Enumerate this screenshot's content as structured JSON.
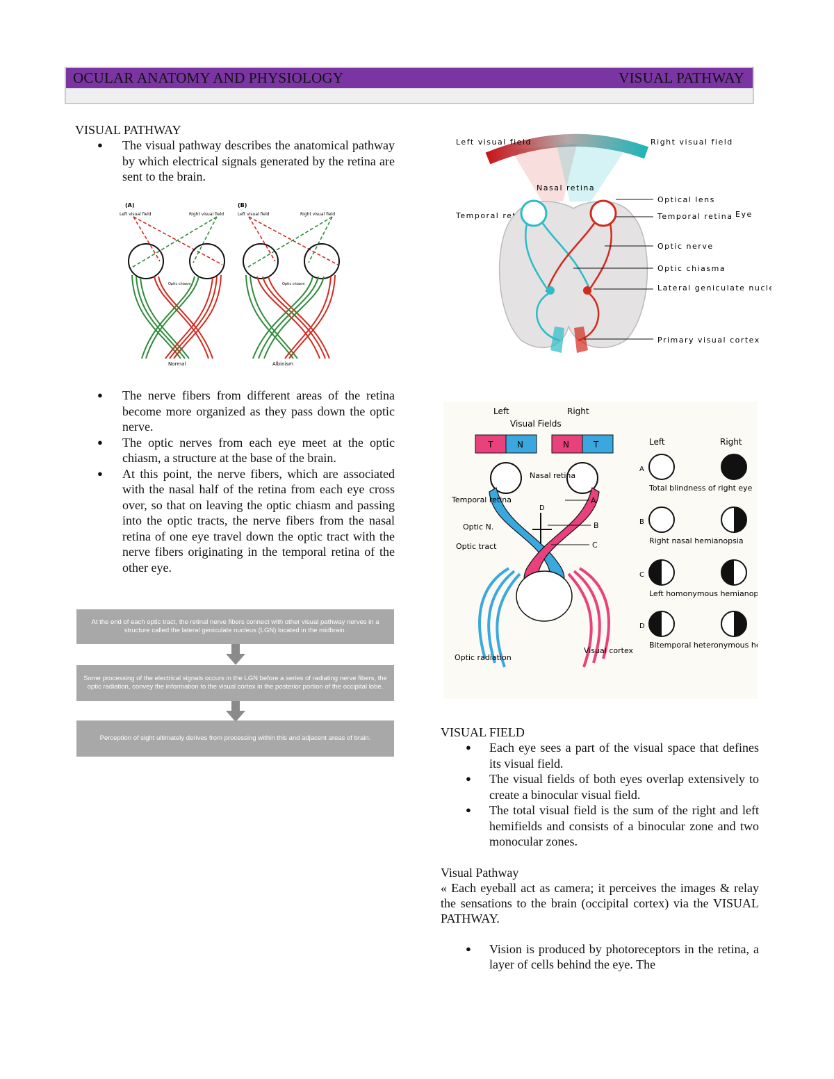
{
  "header": {
    "left_title": "OCULAR ANATOMY AND PHYSIOLOGY",
    "right_title": "VISUAL PATHWAY"
  },
  "left_column": {
    "section_title": "VISUAL PATHWAY",
    "bullets_top": [
      "The visual pathway describes the anatomical pathway by which electrical signals generated by the retina are sent to the brain."
    ],
    "bullets_bottom": [
      "The nerve fibers from different areas of the retina become more organized as they pass down the optic nerve.",
      "The optic nerves from each eye meet at the optic chiasm, a structure at the base of the brain.",
      "At this point, the nerve fibers, which are associated with the nasal half of the retina from each eye cross over, so that on leaving the optic chiasm and passing into the optic tracts, the nerve fibers from the nasal retina of one eye travel down the optic tract with the nerve fibers originating in the temporal retina of the other eye."
    ]
  },
  "figure_albinism": {
    "panel_a": "(A)",
    "panel_b": "(B)",
    "left_field": "Left visual field",
    "right_field": "Right visual field",
    "chiasm": "Optic chiasm",
    "caption_a": "Normal",
    "caption_b": "Albinism"
  },
  "figure_brain": {
    "left_field": "Left visual field",
    "right_field": "Right visual field",
    "nasal_retina": "Nasal retina",
    "temporal_retina_left": "Temporal retina",
    "optical_lens": "Optical lens",
    "temporal_retina_right": "Temporal retina",
    "eye": "Eye",
    "optic_nerve": "Optic nerve",
    "optic_chiasma": "Optic chiasma",
    "lgn": "Lateral geniculate nucleus (LGN)",
    "cortex": "Primary visual cortex"
  },
  "figure_fields": {
    "left": "Left",
    "right": "Right",
    "visual_fields": "Visual Fields",
    "t": "T",
    "n": "N",
    "nasal_retina": "Nasal retina",
    "temporal_retina": "Temporal retina",
    "optic_n": "Optic N.",
    "optic_tract": "Optic tract",
    "optic_radiation": "Optic radiation",
    "visual_cortex": "Visual cortex",
    "a": "A",
    "b": "B",
    "c": "C",
    "d": "D",
    "col_left": "Left",
    "col_right": "Right",
    "deficit_a": "Total blindness of right eye",
    "deficit_b": "Right nasal hemianopsia",
    "deficit_c": "Left homonymous hemianopsia",
    "deficit_d": "Bitemporal heteronymous hemianopsic"
  },
  "flowchart": {
    "step1": "At the end of each optic tract, the retinal nerve fibers connect with other visual pathway nerves in a structure called the lateral geniculate nucleus (LGN) located in the midbrain.",
    "step2": "Some processing of the electrical signals occurs in the LGN before a series of radiating nerve fibers, the optic radiation, convey the information to the visual cortex in the posterior portion of the occipital lobe.",
    "step3": "Perception of sight ultimately derives from processing within this and adjacent areas of brain."
  },
  "right_column": {
    "visual_field_title": "VISUAL FIELD",
    "visual_field_bullets": [
      "Each eye sees a part of the visual space that defines its visual field.",
      "The visual fields of both eyes overlap extensively to create a binocular visual field.",
      "The total visual field is the sum of the right and left hemifields and consists of a binocular zone and two monocular zones."
    ],
    "pathway_title": "Visual Pathway",
    "pathway_text": "« Each eyeball act as camera; it perceives the images & relay the sensations to the brain (occipital cortex) via the VISUAL PATHWAY.",
    "pathway_bullets": [
      "Vision is produced by photoreceptors in the retina, a layer of cells behind the eye. The"
    ]
  },
  "colors": {
    "header_bar": "#7b35a3",
    "flow_box": "#a8a8a8",
    "red_path": "#d22a1e",
    "cyan_path": "#2bbcc7",
    "pink_path": "#e8417c",
    "blue_path": "#3aa8de"
  }
}
